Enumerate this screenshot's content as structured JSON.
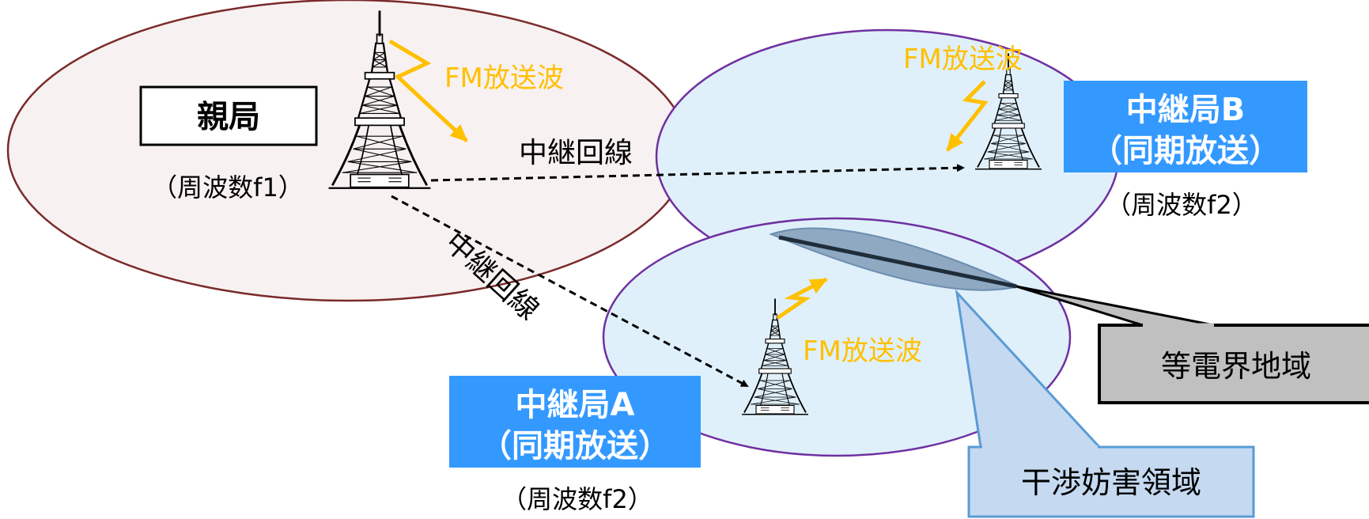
{
  "parent_station": {
    "label": "親局",
    "frequency": "（周波数f1）"
  },
  "relay_a": {
    "name": "中継局A",
    "mode": "（同期放送）",
    "frequency": "（周波数f2）"
  },
  "relay_b": {
    "name": "中継局B",
    "mode": "（同期放送）",
    "frequency": "（周波数f2）"
  },
  "links": {
    "to_b": "中継回線",
    "to_a": "中継回線"
  },
  "broadcast_labels": {
    "parent": "FM放送波",
    "relay_b": "FM放送波",
    "relay_a": "FM放送波"
  },
  "callouts": {
    "equal_field": "等電界地域",
    "interference": "干渉妨害領域"
  },
  "icons": {
    "tower": "radio-tower-icon",
    "wave": "lightning-wave-icon"
  },
  "colors": {
    "parent_area_fill": "#f8f1f1",
    "parent_area_stroke": "#7a2a2a",
    "relay_area_fill": "#dff0fa",
    "relay_area_stroke": "#7030a0",
    "station_label_bg": "#3399ff",
    "wave_color": "#ffc000",
    "overlap_fill": "#8ea9c1",
    "equal_field_bg": "#c0c0c0",
    "interference_bg": "#c5d9f1",
    "interference_border": "#5b9bd5"
  }
}
